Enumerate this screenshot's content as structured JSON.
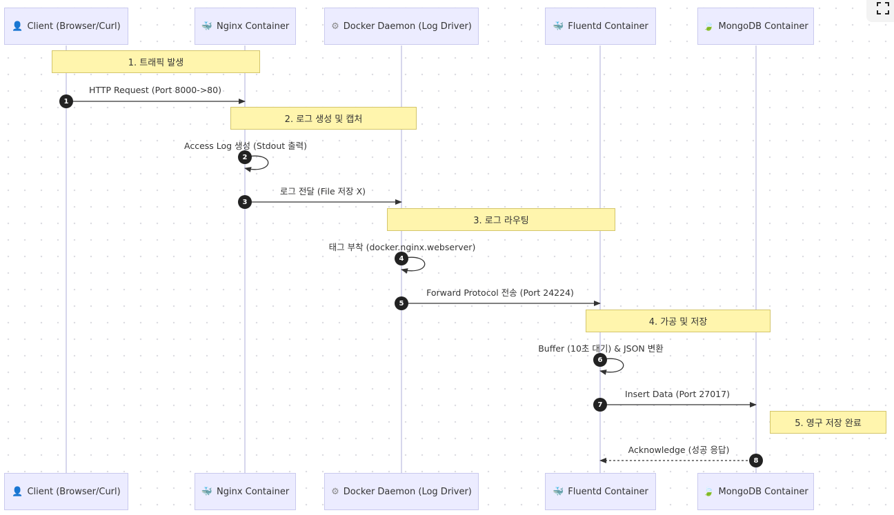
{
  "participants": [
    {
      "id": "client",
      "label": "Client (Browser/Curl)",
      "icon": "person-icon"
    },
    {
      "id": "nginx",
      "label": "Nginx Container",
      "icon": "whale-icon"
    },
    {
      "id": "docker",
      "label": "Docker Daemon (Log Driver)",
      "icon": "gear-icon"
    },
    {
      "id": "fluentd",
      "label": "Fluentd Container",
      "icon": "whale-icon"
    },
    {
      "id": "mongodb",
      "label": "MongoDB Container",
      "icon": "leaf-icon"
    }
  ],
  "notes": [
    "1. 트래픽 발생",
    "2. 로그 생성 및 캡처",
    "3. 로그 라우팅",
    "4. 가공 및 저장",
    "5. 영구 저장 완료"
  ],
  "messages": [
    {
      "num": "1",
      "from": "client",
      "to": "nginx",
      "text": "HTTP Request (Port 8000->80)",
      "style": "solid"
    },
    {
      "num": "2",
      "from": "nginx",
      "to": "nginx",
      "text": "Access Log 생성 (Stdout 출력)",
      "style": "solid"
    },
    {
      "num": "3",
      "from": "nginx",
      "to": "docker",
      "text": "로그 전달 (File 저장 X)",
      "style": "solid"
    },
    {
      "num": "4",
      "from": "docker",
      "to": "docker",
      "text": "태그 부착 (docker.nginx.webserver)",
      "style": "solid"
    },
    {
      "num": "5",
      "from": "docker",
      "to": "fluentd",
      "text": "Forward Protocol 전송 (Port 24224)",
      "style": "solid"
    },
    {
      "num": "6",
      "from": "fluentd",
      "to": "fluentd",
      "text": "Buffer (10초 대기) & JSON 변환",
      "style": "solid"
    },
    {
      "num": "7",
      "from": "fluentd",
      "to": "mongodb",
      "text": "Insert Data (Port 27017)",
      "style": "solid"
    },
    {
      "num": "8",
      "from": "mongodb",
      "to": "fluentd",
      "text": "Acknowledge (성공 응답)",
      "style": "dotted"
    }
  ]
}
